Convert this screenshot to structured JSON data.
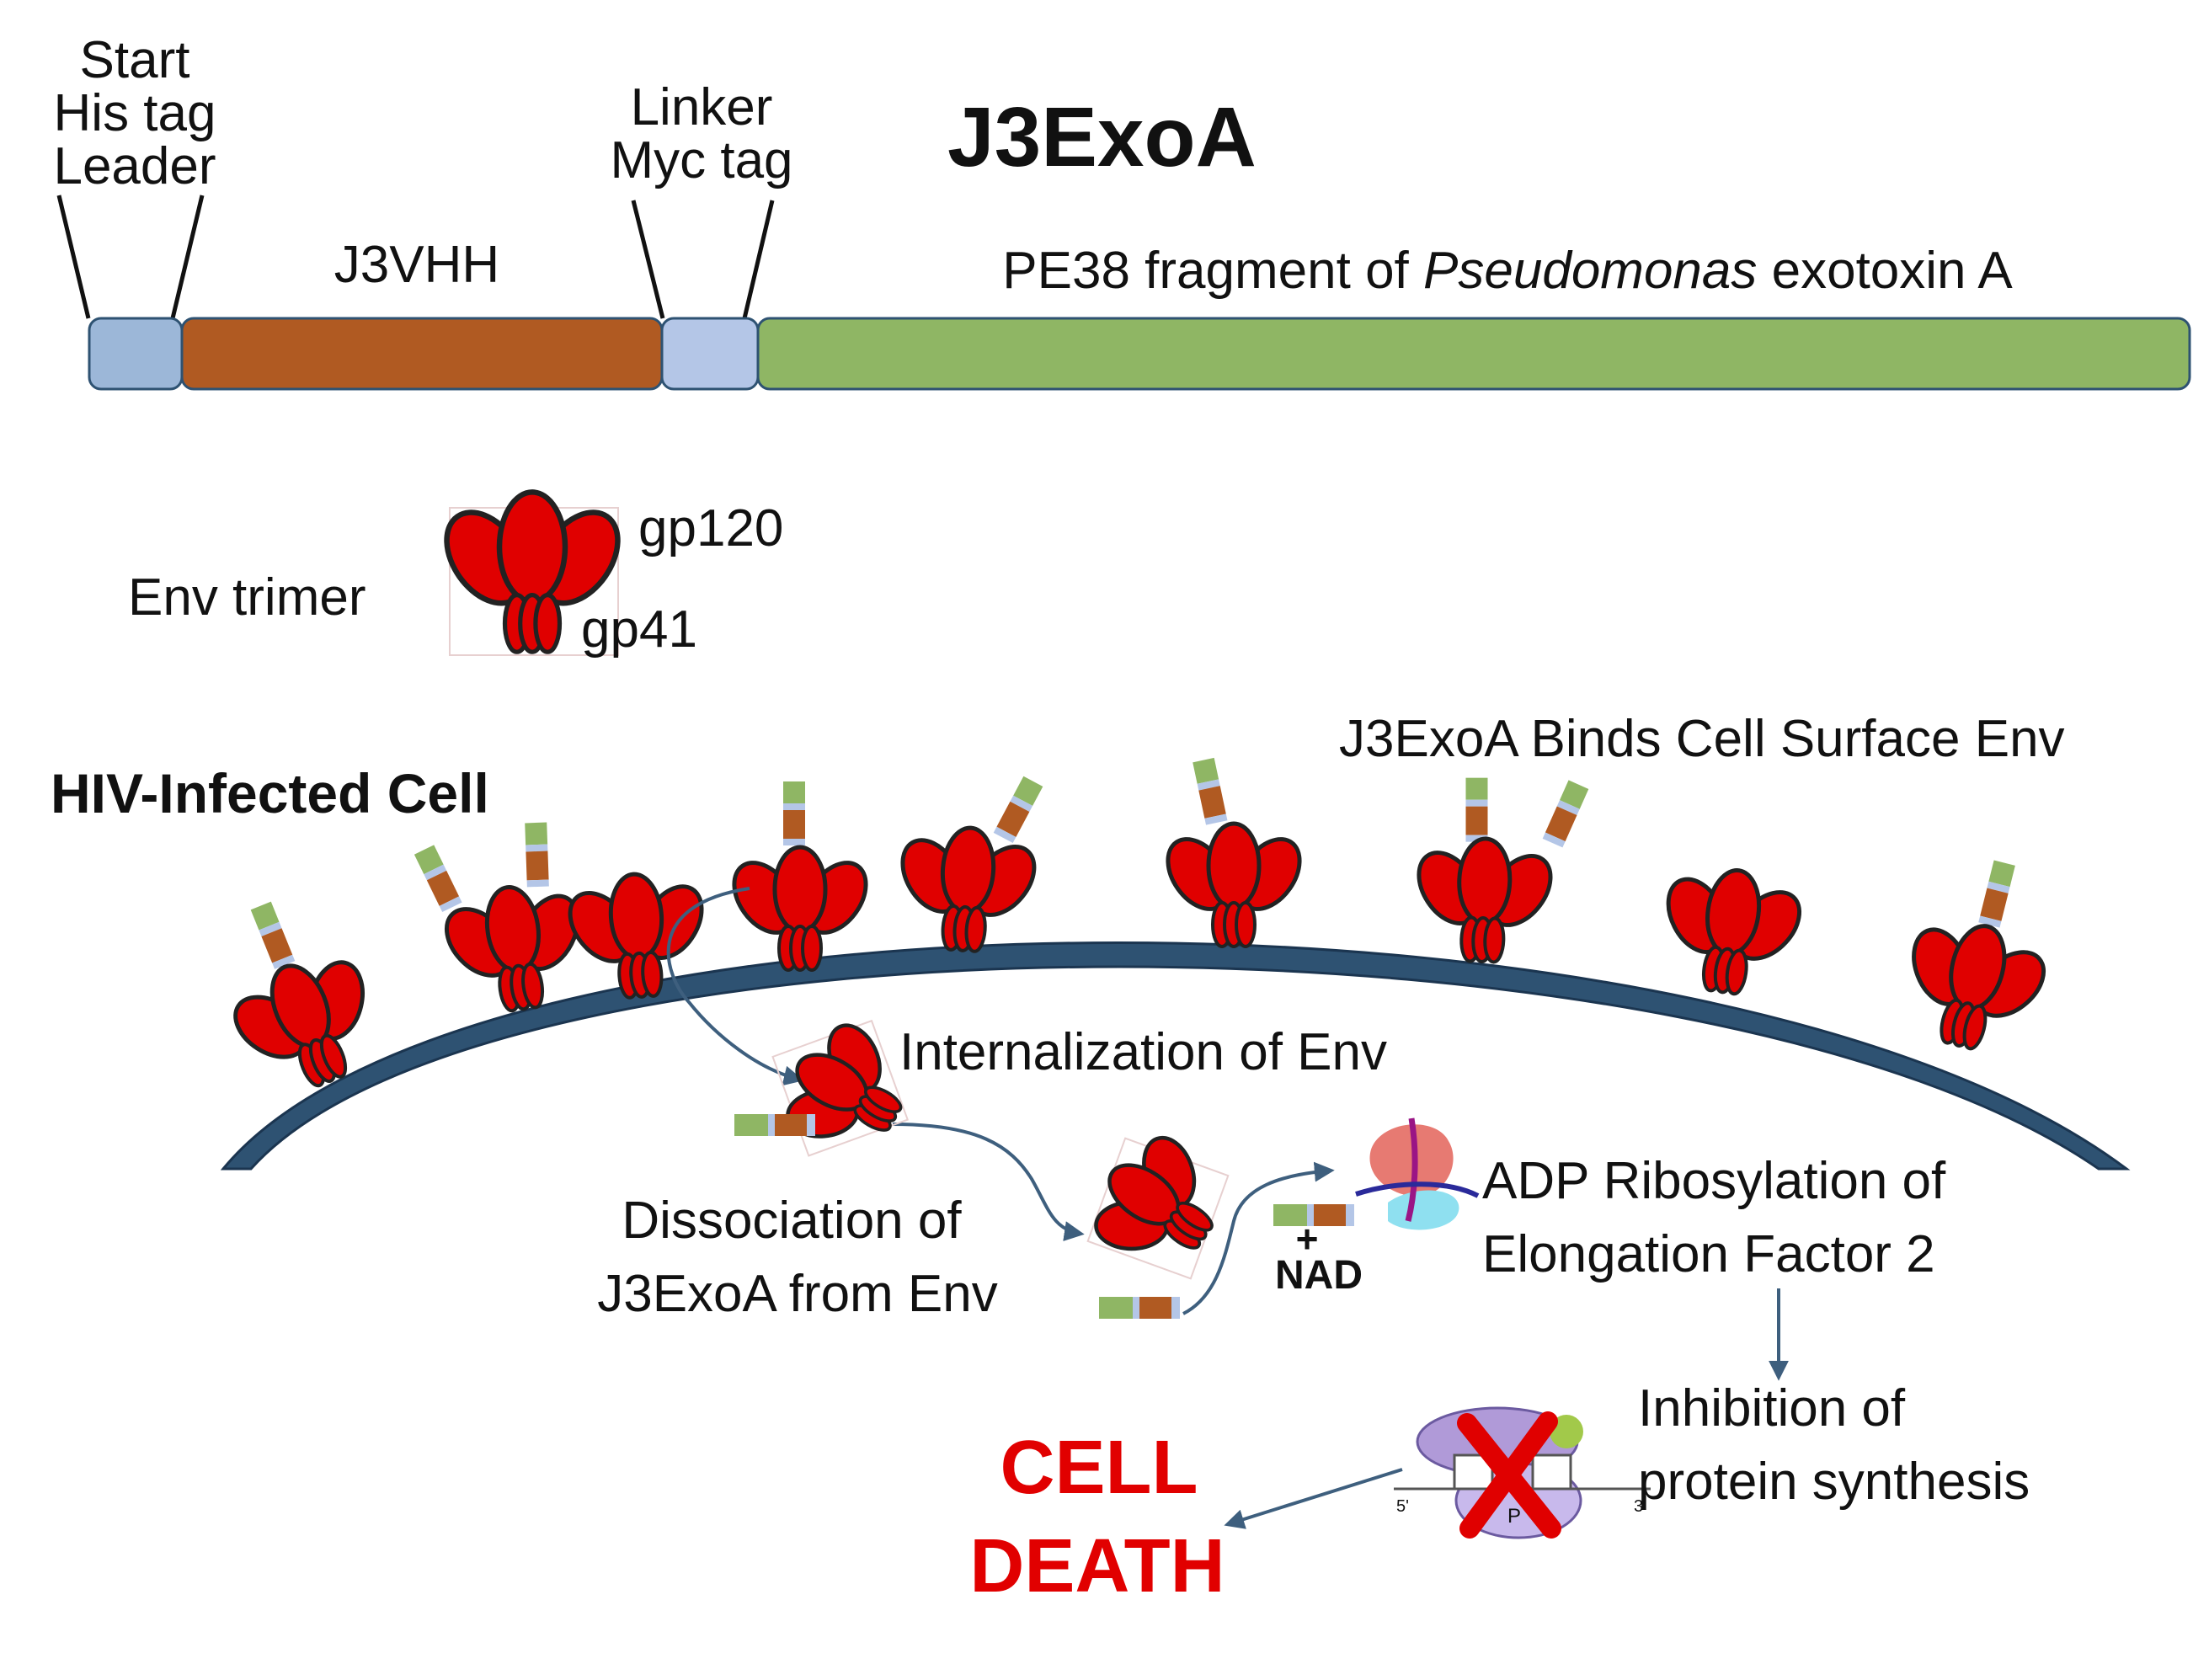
{
  "construct": {
    "title": "J3ExoA",
    "label_start": "Start",
    "label_his": "His tag",
    "label_leader": "Leader",
    "label_linker": "Linker",
    "label_myc": "Myc tag",
    "label_vhh": "J3VHH",
    "label_pe38_prefix": "PE38 fragment of ",
    "label_pe38_italic": "Pseudomonas",
    "label_pe38_suffix": " exotoxin A"
  },
  "legend": {
    "env_trimer": "Env trimer",
    "gp120": "gp120",
    "gp41": "gp41"
  },
  "cell": {
    "title": "HIV-Infected Cell",
    "binds": "J3ExoA Binds Cell Surface Env",
    "internalization": "Internalization of Env",
    "dissociation_1": "Dissociation of",
    "dissociation_2": "J3ExoA from Env",
    "nad_plus": "+",
    "nad": "NAD",
    "adp_1": "ADP Ribosylation of",
    "adp_2": "Elongation Factor 2",
    "inhibition_1": "Inhibition of",
    "inhibition_2": "protein synthesis",
    "death_1": "CELL",
    "death_2": "DEATH",
    "ribosome_5": "5'",
    "ribosome_3": "3'",
    "ribosome_p": "P"
  },
  "colors": {
    "tag_blue": "#9cb7d8",
    "linker_blue": "#b4c6e7",
    "vhh_brown": "#b05a22",
    "pe38_green": "#8fb664",
    "env_red": "#e00000",
    "membrane": "#2e5272",
    "arrow": "#3e5f7e",
    "death_red": "#e10000"
  }
}
